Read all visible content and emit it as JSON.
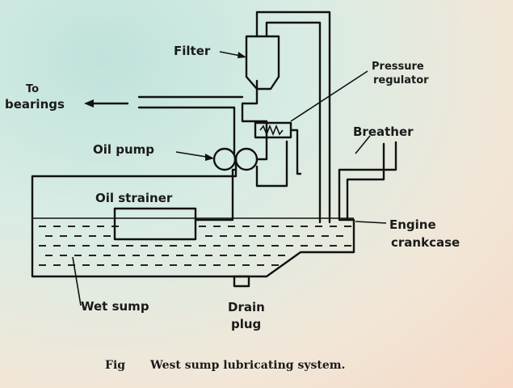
{
  "labels": {
    "filter": "Filter",
    "to_bearings_1": "To",
    "to_bearings_2": "bearings",
    "pressure_regulator_1": "Pressure",
    "pressure_regulator_2": "regulator",
    "breather": "Breather",
    "oil_pump": "Oil pump",
    "oil_strainer": "Oil strainer",
    "engine_crankcase_1": "Engine",
    "engine_crankcase_2": "crankcase",
    "wet_sump": "Wet sump",
    "drain_plug_1": "Drain",
    "drain_plug_2": "plug"
  },
  "caption": {
    "fig": "Fig",
    "text": "West sump lubricating system."
  }
}
